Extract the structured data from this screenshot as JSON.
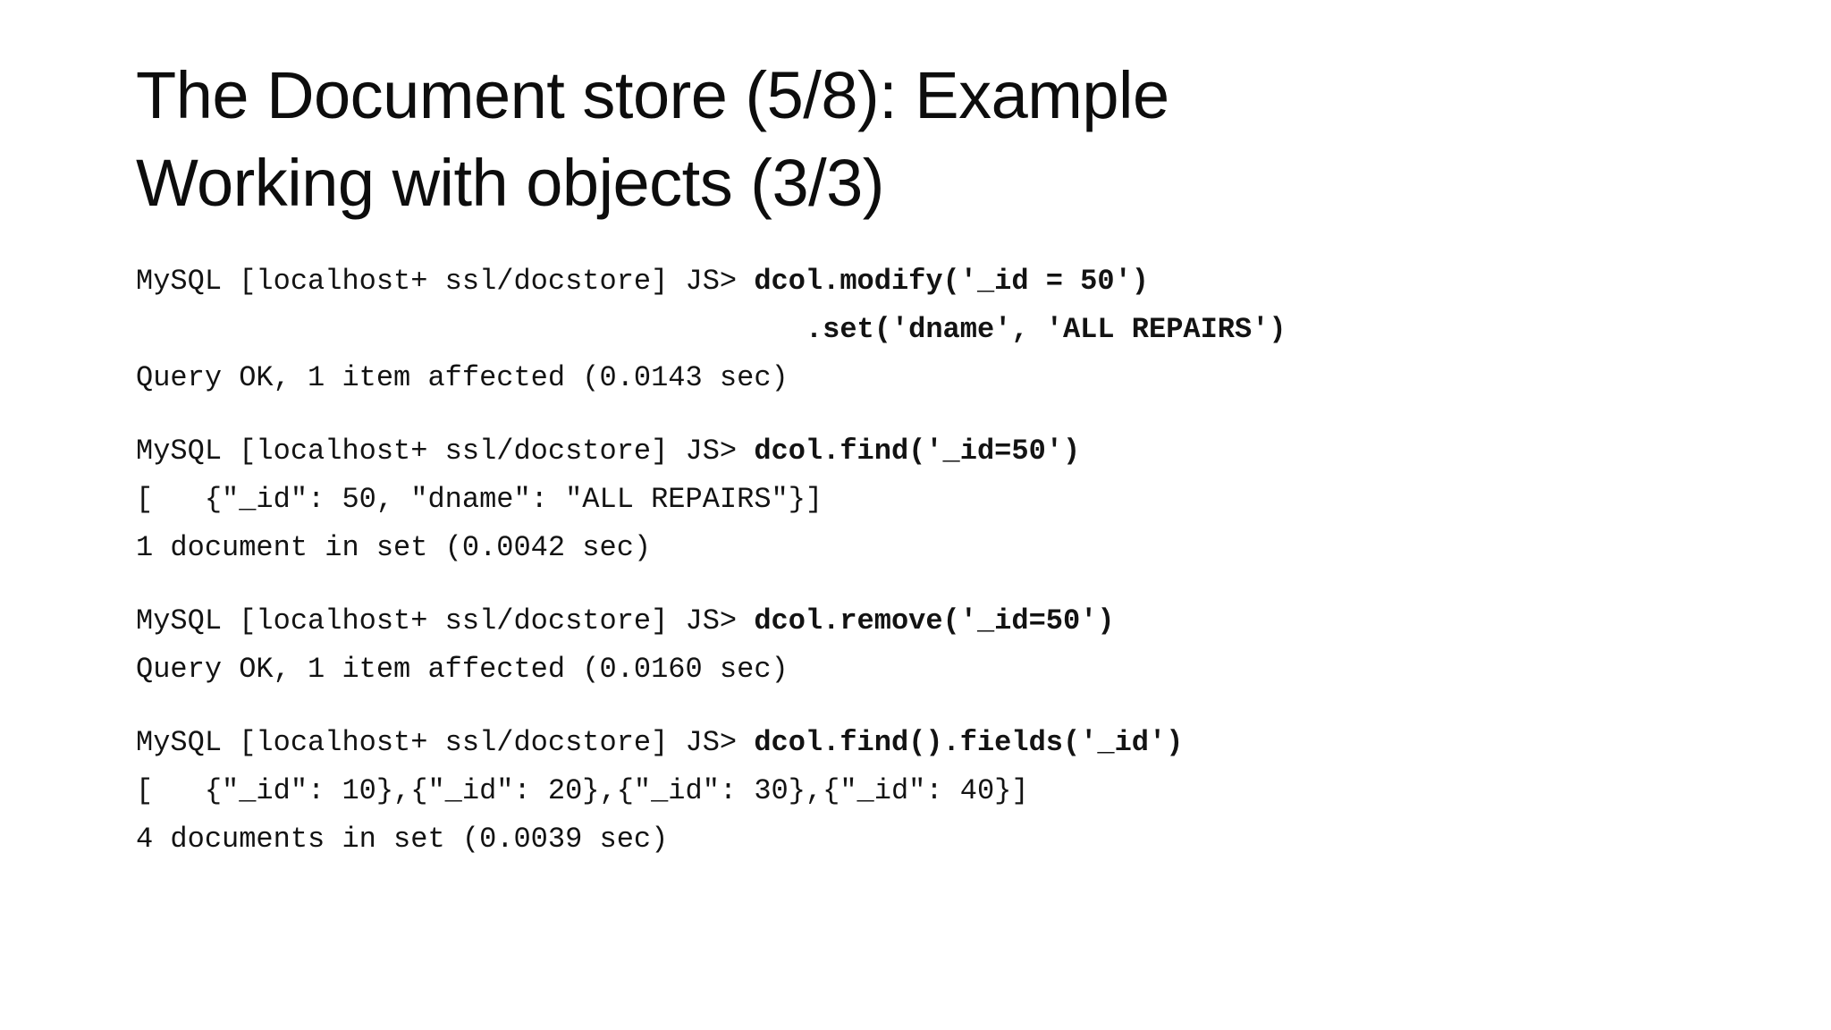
{
  "slide": {
    "background_color": "#ffffff",
    "text_color": "#131313",
    "title": {
      "line1": "The Document store (5/8): Example",
      "line2": "Working with objects (3/3)"
    },
    "console": {
      "prompt": "MySQL [localhost+ ssl/docstore] JS> ",
      "blocks": [
        {
          "command_line": {
            "prompt": "MySQL [localhost+ ssl/docstore] JS> ",
            "command": "dcol.modify('_id = 50')"
          },
          "continuation": "                                       .set('dname', 'ALL REPAIRS')",
          "output": [
            "Query OK, 1 item affected (0.0143 sec)"
          ]
        },
        {
          "command_line": {
            "prompt": "MySQL [localhost+ ssl/docstore] JS> ",
            "command": "dcol.find('_id=50')"
          },
          "output": [
            "[   {\"_id\": 50, \"dname\": \"ALL REPAIRS\"}]",
            "1 document in set (0.0042 sec)"
          ]
        },
        {
          "command_line": {
            "prompt": "MySQL [localhost+ ssl/docstore] JS> ",
            "command": "dcol.remove('_id=50')"
          },
          "output": [
            "Query OK, 1 item affected (0.0160 sec)"
          ]
        },
        {
          "command_line": {
            "prompt": "MySQL [localhost+ ssl/docstore] JS> ",
            "command": "dcol.find().fields('_id')"
          },
          "output": [
            "[   {\"_id\": 10},{\"_id\": 20},{\"_id\": 30},{\"_id\": 40}]",
            "4 documents in set (0.0039 sec)"
          ]
        }
      ]
    }
  }
}
